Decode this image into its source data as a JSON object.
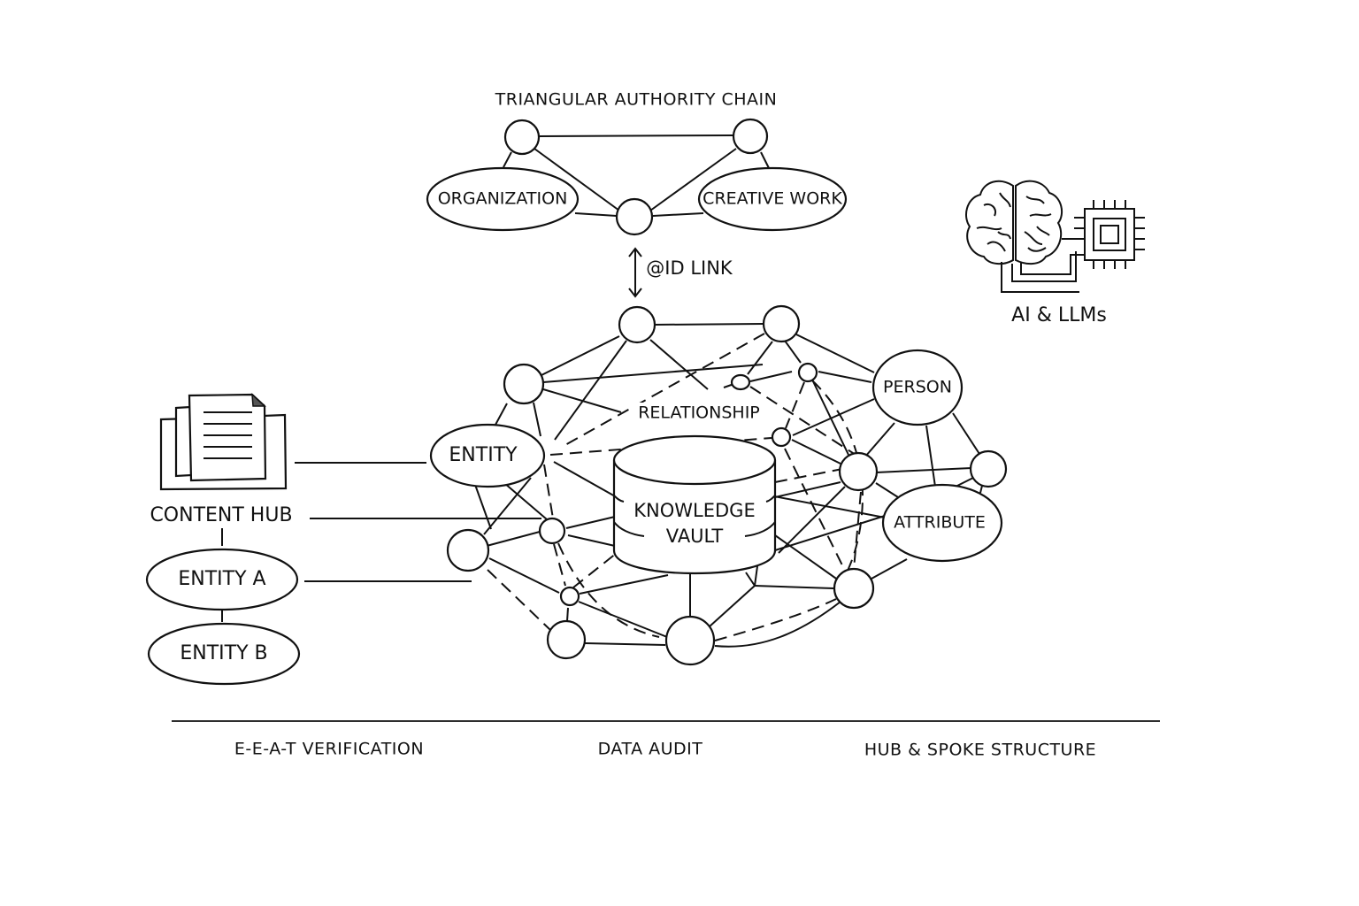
{
  "diagram": {
    "authority_chain": {
      "title": "TRIANGULAR AUTHORITY CHAIN",
      "nodes": [
        "ORGANIZATION",
        "CREATIVE WORK"
      ]
    },
    "id_link": {
      "label": "@ID LINK",
      "icon": "double-arrow-vertical-icon"
    },
    "ai": {
      "label": "AI & LLMs",
      "icon": "brain-chip-icon"
    },
    "content_hub": {
      "label": "CONTENT HUB",
      "icon": "documents-stack-icon",
      "entities": [
        "ENTITY A",
        "ENTITY B"
      ]
    },
    "graph": {
      "center": [
        "KNOWLEDGE",
        "VAULT"
      ],
      "labels": {
        "entity": "ENTITY",
        "relationship": "RELATIONSHIP",
        "person": "PERSON",
        "attribute": "ATTRIBUTE"
      }
    },
    "footer": [
      "E-E-A-T VERIFICATION",
      "DATA AUDIT",
      "HUB & SPOKE STRUCTURE"
    ]
  }
}
